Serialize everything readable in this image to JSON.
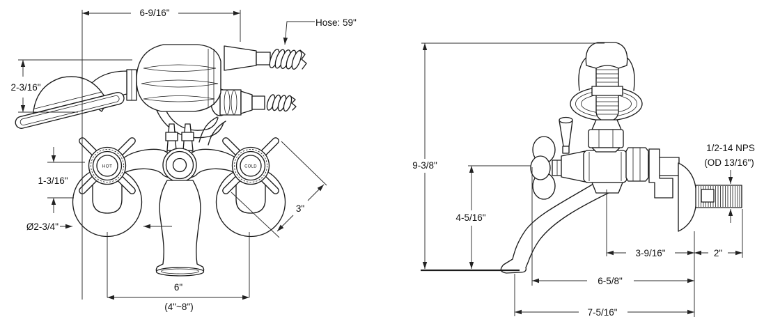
{
  "drawing": {
    "front_view": {
      "hose_label": "Hose: 59\"",
      "handles": {
        "hot": "HOT",
        "cold": "COLD"
      },
      "dimensions": {
        "overall_width": "6-9/16\"",
        "shower_head_height": "2-3/16\"",
        "handle_rise": "1-3/16\"",
        "bell_diameter": "Ø2-3/4\"",
        "handle_span": "3\"",
        "faucet_centers": "6\"",
        "faucet_centers_range": "(4\"~8\")"
      }
    },
    "side_view": {
      "dimensions": {
        "overall_height": "9-3/8\"",
        "spout_height": "4-5/16\"",
        "nipple_thread": "1/2-14 NPS",
        "nipple_od": "(OD 13/16\")",
        "spout_center_to_wall": "3-9/16\"",
        "nipple_length": "2\"",
        "handle_to_wall": "6-5/8\"",
        "spout_front_to_wall": "7-5/16\""
      }
    }
  }
}
